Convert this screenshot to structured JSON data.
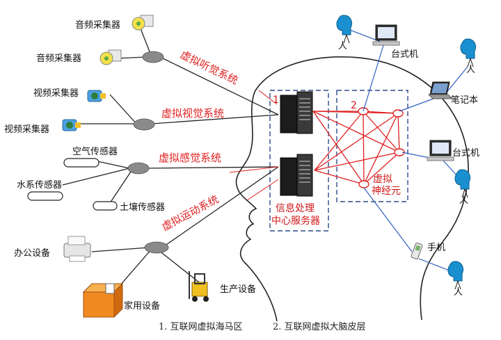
{
  "sources": {
    "audio1": "音频采集器",
    "audio2": "音频采集器",
    "video1": "视频采集器",
    "video2": "视频采集器",
    "air": "空气传感器",
    "water": "水系传感器",
    "soil": "土壤传感器",
    "office": "办公设备",
    "home": "家用设备",
    "production": "生产设备"
  },
  "systems": {
    "hearing": "虚拟听觉系统",
    "vision": "虚拟视觉系统",
    "sensing": "虚拟感觉系统",
    "motion": "虚拟运动系统"
  },
  "server": {
    "region_num": "1",
    "label_line1": "信息处理",
    "label_line2": "中心服务器"
  },
  "neurons": {
    "region_num": "2",
    "label_line1": "虚拟",
    "label_line2": "神经元"
  },
  "devices": {
    "desktop1": "台式机",
    "laptop": "笔记本",
    "desktop2": "台式机",
    "phone": "手机",
    "person": "人"
  },
  "captions": {
    "c1": "1. 互联网虚拟海马区",
    "c2": "2. 互联网虚拟大脑皮层"
  },
  "colors": {
    "accent_red": "#e02020",
    "link_blue": "#3060c0",
    "person_blue": "#1a8fd0",
    "box_border": "#2a4a8a"
  }
}
